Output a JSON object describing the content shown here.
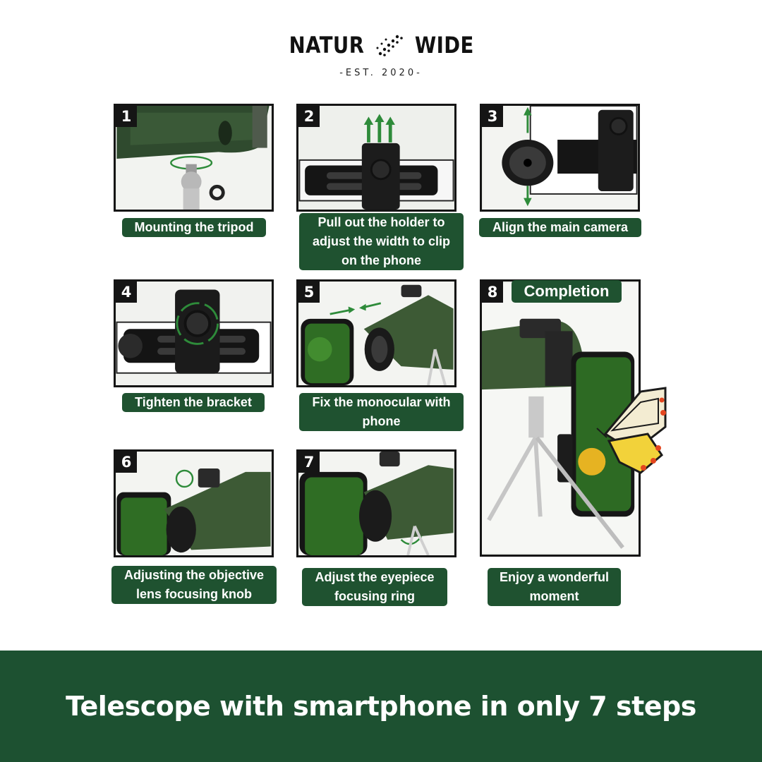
{
  "brand": {
    "left_word": "NATUR",
    "right_word": "WIDE",
    "established": "-EST. 2020-",
    "logo_icon": "dotted-slash-icon",
    "logo_color": "#111111"
  },
  "colors": {
    "accent_green": "#1f5230",
    "band_green": "#1d5131",
    "panel_border": "#151515",
    "arrow_green": "#2e8b3a"
  },
  "steps": [
    {
      "number": "1",
      "caption": "Mounting the tripod"
    },
    {
      "number": "2",
      "caption": "Pull out the holder to adjust the width to clip on the phone"
    },
    {
      "number": "3",
      "caption": "Align the main camera"
    },
    {
      "number": "4",
      "caption": "Tighten the bracket"
    },
    {
      "number": "5",
      "caption": "Fix the monocular with phone"
    },
    {
      "number": "6",
      "caption": "Adjusting the objective lens focusing knob"
    },
    {
      "number": "7",
      "caption": "Adjust the eyepiece focusing ring"
    },
    {
      "number": "8",
      "caption": "Enjoy a wonderful moment",
      "heading": "Completion"
    }
  ],
  "footer": {
    "title": "Telescope with smartphone in only 7 steps"
  }
}
